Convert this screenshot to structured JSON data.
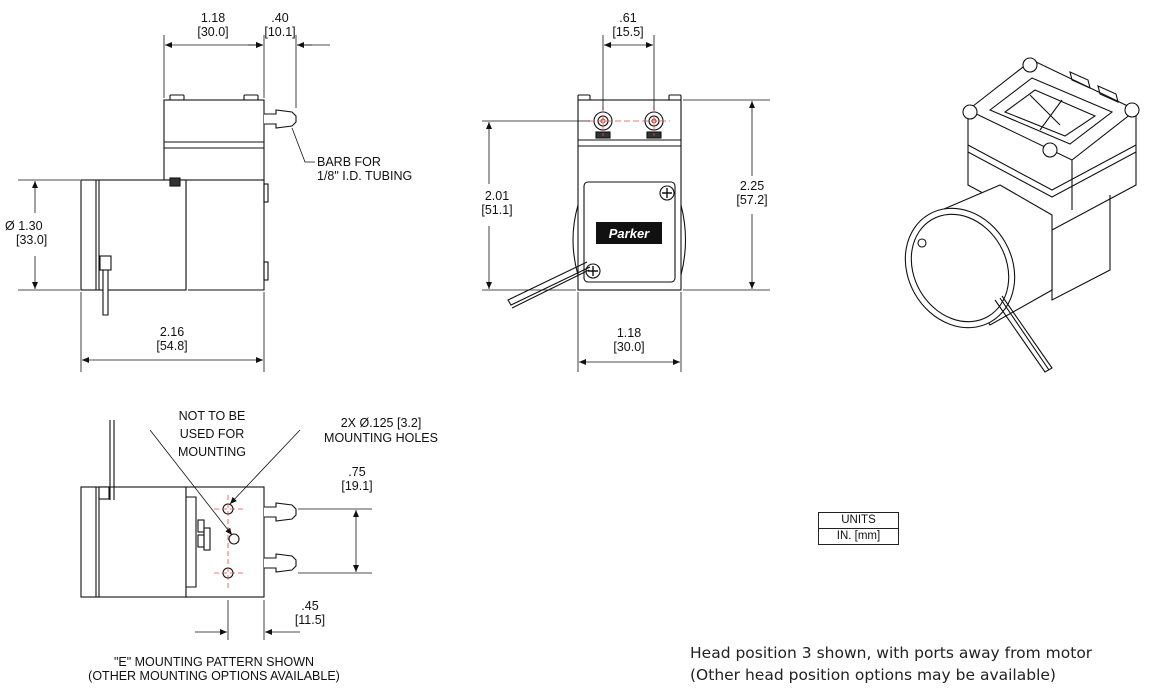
{
  "side_view": {
    "dim_width_top": "1.18",
    "dim_width_top_mm": "[30.0]",
    "dim_barb": ".40",
    "dim_barb_mm": "[10.1]",
    "barb_note_line1": "BARB FOR",
    "barb_note_line2": "1/8\" I.D. TUBING",
    "dim_diameter": "Ø 1.30",
    "dim_diameter_mm": "[33.0]",
    "dim_length": "2.16",
    "dim_length_mm": "[54.8]"
  },
  "front_view": {
    "dim_port_spacing": ".61",
    "dim_port_spacing_mm": "[15.5]",
    "dim_port_height": "2.01",
    "dim_port_height_mm": "[51.1]",
    "dim_total_height": "2.25",
    "dim_total_height_mm": "[57.2]",
    "dim_width": "1.18",
    "dim_width_mm": "[30.0]",
    "brand_label": "Parker"
  },
  "bottom_view": {
    "not_for_mounting_line1": "NOT TO BE",
    "not_for_mounting_line2": "USED FOR",
    "not_for_mounting_line3": "MOUNTING",
    "mounting_holes_line1": "2X Ø.125 [3.2]",
    "mounting_holes_line2": "MOUNTING HOLES",
    "dim_hole_spacing": ".75",
    "dim_hole_spacing_mm": "[19.1]",
    "dim_hole_offset": ".45",
    "dim_hole_offset_mm": "[11.5]",
    "pattern_note_line1": "\"E\" MOUNTING PATTERN SHOWN",
    "pattern_note_line2": "(OTHER MOUNTING OPTIONS AVAILABLE)"
  },
  "units": {
    "header": "UNITS",
    "value": "IN. [mm]"
  },
  "caption": {
    "line1": "Head position 3 shown, with ports away from motor",
    "line2": "(Other head position options may be available)"
  }
}
